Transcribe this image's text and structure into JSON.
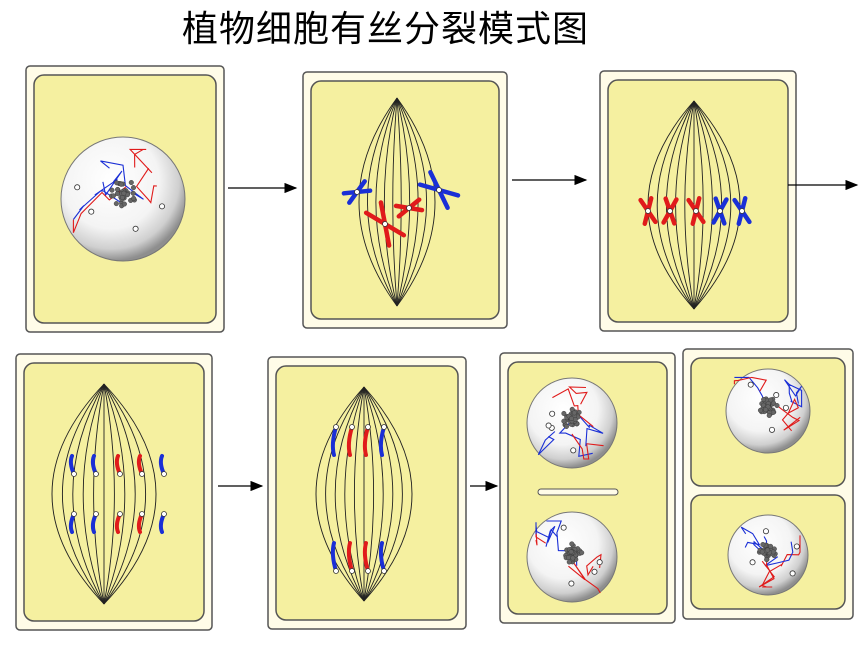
{
  "title": "植物细胞有丝分裂模式图",
  "stages": [
    {
      "id": "prophase",
      "phase": "prophase"
    },
    {
      "id": "prometaphase",
      "phase": "chromosomes-condensed"
    },
    {
      "id": "metaphase",
      "phase": "metaphase"
    },
    {
      "id": "anaphase-early",
      "phase": "anaphase-early"
    },
    {
      "id": "anaphase-late",
      "phase": "anaphase-late"
    },
    {
      "id": "telophase",
      "phase": "telophase"
    },
    {
      "id": "daughter-cells",
      "phase": "daughter-cells"
    }
  ],
  "colors": {
    "cytoplasm": "#f5f0a0",
    "cell_wall": "#fffce8",
    "outline": "#555555",
    "chromosome_paternal": "#1a2fd6",
    "chromosome_maternal": "#e01b1b",
    "spindle": "#222222",
    "nucleolus": "#666666"
  },
  "arrows": [
    {
      "from": "prophase",
      "to": "prometaphase"
    },
    {
      "from": "prometaphase",
      "to": "metaphase"
    },
    {
      "from": "metaphase",
      "to": "anaphase-early"
    },
    {
      "from": "anaphase-early",
      "to": "anaphase-late"
    },
    {
      "from": "anaphase-late",
      "to": "telophase"
    }
  ]
}
